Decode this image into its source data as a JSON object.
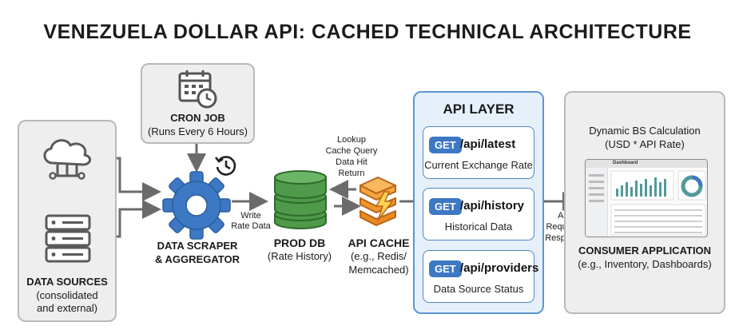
{
  "title": "VENEZUELA DOLLAR API: CACHED TECHNICAL ARCHITECTURE",
  "cron": {
    "title": "CRON JOB",
    "subtitle": "(Runs Every 6 Hours)"
  },
  "data_sources": {
    "title": "DATA SOURCES",
    "subtitle_1": "(consolidated",
    "subtitle_2": "and external)"
  },
  "scraper": {
    "line1": "DATA SCRAPER",
    "line2": "& AGGREGATOR"
  },
  "write_label": {
    "line1": "Write",
    "line2": "Rate Data"
  },
  "prod_db": {
    "title": "PROD DB",
    "subtitle": "(Rate History)"
  },
  "lookup_label": {
    "line1": "Lookup",
    "line2": "Cache Query",
    "line3": "Data Hit",
    "line4": "Return"
  },
  "api_cache": {
    "title": "API CACHE",
    "line1": "(e.g., Redis/",
    "line2": "Memcached)"
  },
  "api_layer": {
    "title": "API LAYER",
    "endpoints": [
      {
        "method": "GET",
        "path": "/api/latest",
        "desc": "Current Exchange Rate"
      },
      {
        "method": "GET",
        "path": "/api/history",
        "desc": "Historical Data"
      },
      {
        "method": "GET",
        "path": "/api/providers",
        "desc": "Data Source Status"
      }
    ]
  },
  "request_label": {
    "line1": "API",
    "line2": "Request /",
    "line3": "Response"
  },
  "consumer": {
    "top_line1": "Dynamic BS Calculation",
    "top_line2": "(USD * API Rate)",
    "title": "CONSUMER APPLICATION",
    "subtitle": "(e.g., Inventory, Dashboards)",
    "dashboard_heading": "Dashboard"
  },
  "colors": {
    "blue": "#3d78c4",
    "orange": "#f0962e",
    "green": "#4f9a4b",
    "gray": "#6b6b6b"
  }
}
